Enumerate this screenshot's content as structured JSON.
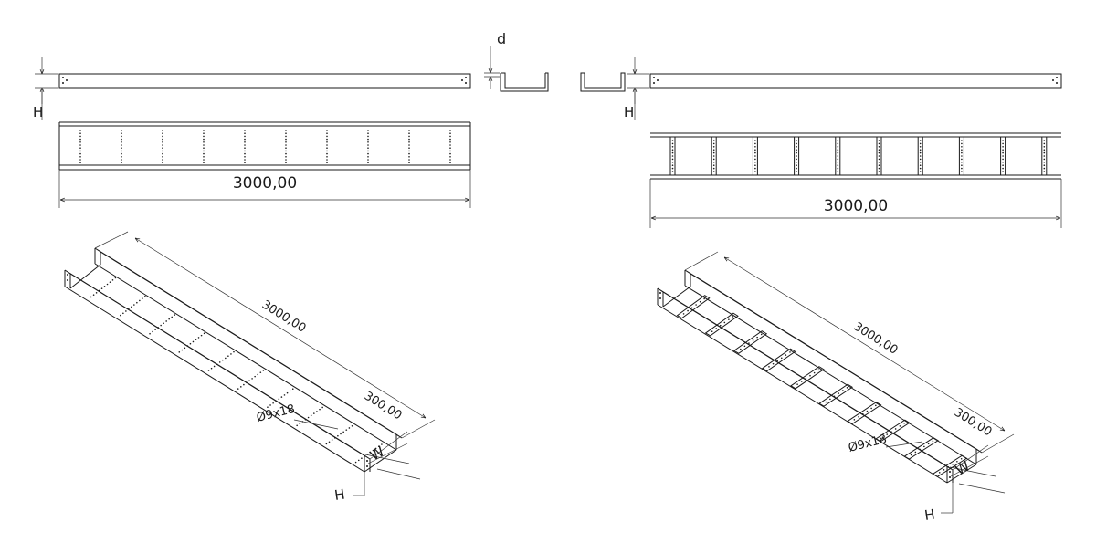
{
  "labels": {
    "length_left": "3000,00",
    "length_right": "3000,00",
    "height": "H",
    "height_iso": "H",
    "depth": "d",
    "width_iso": "W",
    "length_iso": "3000,00",
    "width_300": "300,00",
    "hole": "Ø9x18"
  }
}
